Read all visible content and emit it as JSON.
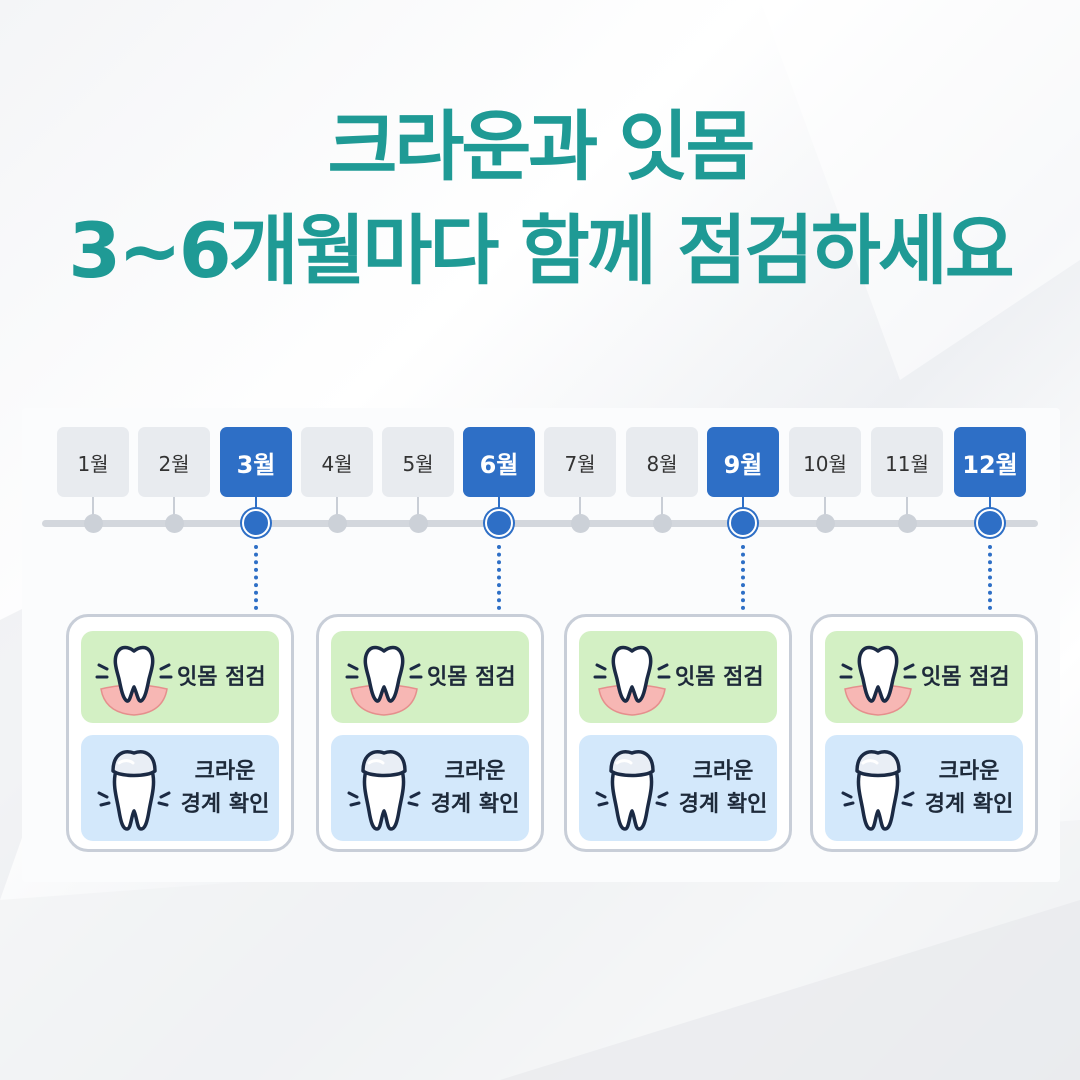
{
  "title": {
    "line1": "크라운과 잇몸",
    "line2": "3~6개월마다 함께 점검하세요"
  },
  "timeline": {
    "months": [
      "1월",
      "2월",
      "3월",
      "4월",
      "5월",
      "6월",
      "7월",
      "8월",
      "9월",
      "10월",
      "11월",
      "12월"
    ],
    "highlighted": [
      "3월",
      "6월",
      "9월",
      "12월"
    ]
  },
  "cards": [
    {
      "gum_label": "잇몸 점검",
      "crown_line1": "크라운",
      "crown_line2": "경계 확인"
    },
    {
      "gum_label": "잇몸 점검",
      "crown_line1": "크라운",
      "crown_line2": "경계 확인"
    },
    {
      "gum_label": "잇몸 점검",
      "crown_line1": "크라운",
      "crown_line2": "경계 확인"
    },
    {
      "gum_label": "잇몸 점검",
      "crown_line1": "크라운",
      "crown_line2": "경계 확인"
    }
  ],
  "colors": {
    "title": "#1f9a95",
    "accent": "#2e6fc6",
    "gum_box": "#d3f0c4",
    "crown_box": "#d3e8fb",
    "inactive_month": "#e8ebef"
  },
  "icons": {
    "gum": "tooth-gum-icon",
    "crown": "tooth-crown-icon"
  }
}
